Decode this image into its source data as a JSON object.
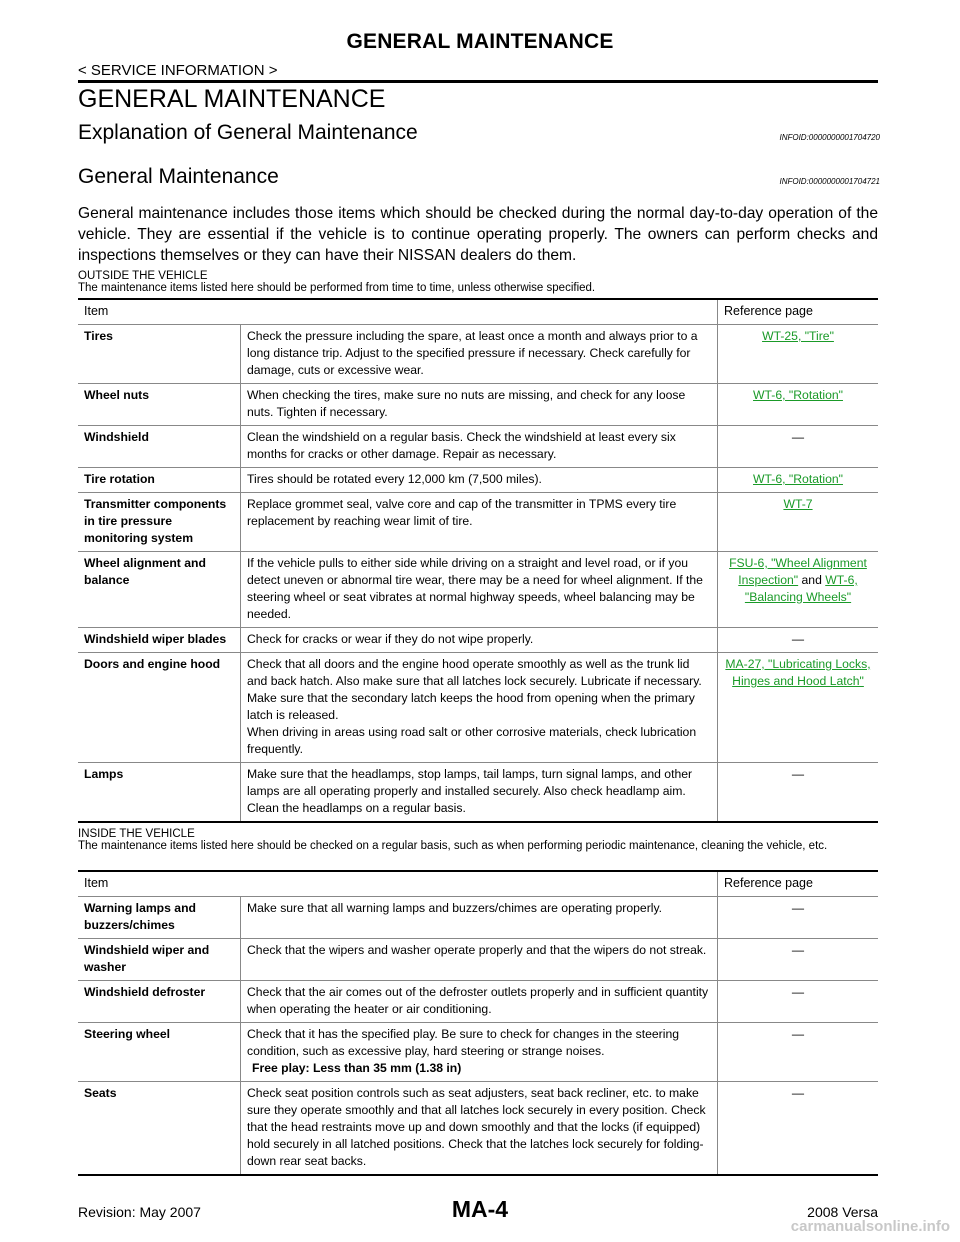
{
  "header": {
    "title": "GENERAL MAINTENANCE",
    "subtitle": "< SERVICE INFORMATION >"
  },
  "heading1": "GENERAL MAINTENANCE",
  "section1": {
    "title": "Explanation of General Maintenance",
    "infoid": "INFOID:0000000001704720"
  },
  "section2": {
    "title": "General Maintenance",
    "infoid": "INFOID:0000000001704721"
  },
  "intro": "General maintenance includes those items which should be checked during the normal day-to-day operation of the vehicle. They are essential if the vehicle is to continue operating properly. The owners can perform checks and inspections themselves or they can have their NISSAN dealers do them.",
  "outside": {
    "title": "OUTSIDE THE VEHICLE",
    "note": "The maintenance items listed here should be performed from time to time, unless otherwise specified.",
    "col_item": "Item",
    "col_ref": "Reference page",
    "rows": [
      {
        "item": "Tires",
        "desc": "Check the pressure including the spare, at least once a month and always prior to a long distance trip. Adjust to the specified pressure if necessary. Check carefully for damage, cuts or excessive wear.",
        "ref": "WT-25, \"Tire\"",
        "ref_link": true
      },
      {
        "item": "Wheel nuts",
        "desc": "When checking the tires, make sure no nuts are missing, and check for any loose nuts. Tighten if necessary.",
        "ref": "WT-6, \"Rotation\"",
        "ref_link": true
      },
      {
        "item": "Windshield",
        "desc": "Clean the windshield on a regular basis. Check the windshield at least every six months for cracks or other damage. Repair as necessary.",
        "ref": "—",
        "ref_link": false
      },
      {
        "item": "Tire rotation",
        "desc": "Tires should be rotated every 12,000 km (7,500 miles).",
        "ref": "WT-6, \"Rotation\"",
        "ref_link": true
      },
      {
        "item": "Transmitter components in tire pressure monitoring system",
        "desc": "Replace grommet seal, valve core and cap of the transmitter in TPMS every tire replacement by reaching wear limit of tire.",
        "ref": "WT-7",
        "ref_link": true
      },
      {
        "item": "Wheel alignment and balance",
        "desc": "If the vehicle pulls to either side while driving on a straight and level road, or if you detect uneven or abnormal tire wear, there may be a need for wheel alignment. If the steering wheel or seat vibrates at normal highway speeds, wheel balancing may be needed.",
        "ref_a": "FSU-6, \"Wheel Alignment Inspection\"",
        "ref_and": " and ",
        "ref_b": "WT-6, \"Balancing Wheels\""
      },
      {
        "item": "Windshield wiper blades",
        "desc": "Check for cracks or wear if they do not wipe properly.",
        "ref": "—",
        "ref_link": false
      },
      {
        "item": "Doors and engine hood",
        "desc": "Check that all doors and the engine hood operate smoothly as well as the trunk lid and back hatch. Also make sure that all latches lock securely. Lubricate if necessary. Make sure that the secondary latch keeps the hood from opening when the primary latch is released.",
        "desc2": "When driving in areas using road salt or other corrosive materials, check lubrication frequently.",
        "ref": "MA-27, \"Lubricating Locks, Hinges and Hood Latch\"",
        "ref_link": true
      },
      {
        "item": "Lamps",
        "desc": "Make sure that the headlamps, stop lamps, tail lamps, turn signal lamps, and other lamps are all operating properly and installed securely. Also check headlamp aim. Clean the headlamps on a regular basis.",
        "ref": "—",
        "ref_link": false
      }
    ]
  },
  "inside": {
    "title": "INSIDE THE VEHICLE",
    "note": "The maintenance items listed here should be checked on a regular basis, such as when performing periodic maintenance, cleaning the vehicle, etc.",
    "col_item": "Item",
    "col_ref": "Reference page",
    "rows": [
      {
        "item": "Warning lamps and buzzers/chimes",
        "desc": "Make sure that all warning lamps and buzzers/chimes are operating properly.",
        "ref": "—"
      },
      {
        "item": "Windshield wiper and washer",
        "desc": "Check that the wipers and washer operate properly and that the wipers do not streak.",
        "ref": "—"
      },
      {
        "item": "Windshield defroster",
        "desc": "Check that the air comes out of the defroster outlets properly and in sufficient quantity when operating the heater or air conditioning.",
        "ref": "—"
      },
      {
        "item": "Steering wheel",
        "desc": "Check that it has the specified play. Be sure to check for changes in the steering condition, such as excessive play, hard steering or strange noises.",
        "desc_bold": "Free play: Less than 35 mm (1.38 in)",
        "ref": "—"
      },
      {
        "item": "Seats",
        "desc": "Check seat position controls such as seat adjusters, seat back recliner, etc. to make sure they operate smoothly and that all latches lock securely in every position. Check that the head restraints move up and down smoothly and that the locks (if equipped) hold securely in all latched positions. Check that the latches lock securely for folding-down rear seat backs.",
        "ref": "—"
      }
    ]
  },
  "footer": {
    "revision": "Revision: May 2007",
    "page": "MA-4",
    "model": "2008 Versa",
    "watermark": "carmanualsonline.info"
  }
}
